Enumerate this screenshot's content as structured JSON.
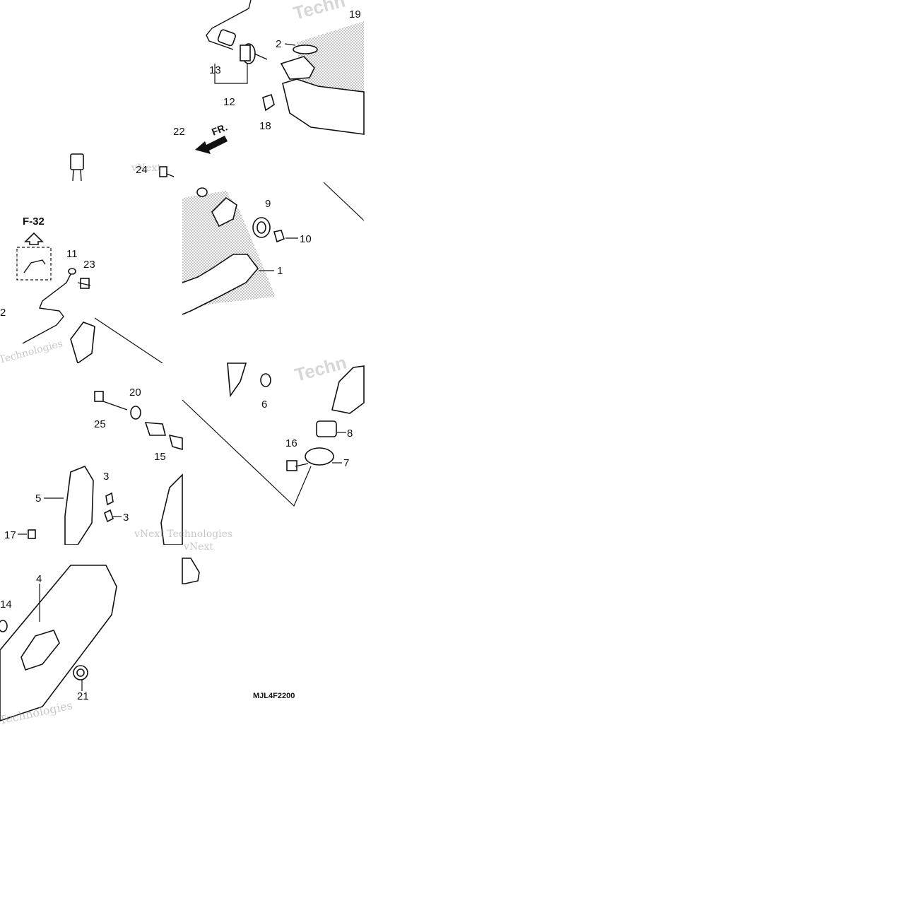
{
  "diagram": {
    "code": "MJL4F2200",
    "reference": "F-32",
    "direction_label": "FR.",
    "callouts": {
      "c1": "1",
      "c2a": "2",
      "c2b": "2",
      "c3a": "3",
      "c3b": "3",
      "c4": "4",
      "c5": "5",
      "c6": "6",
      "c7": "7",
      "c8": "8",
      "c9": "9",
      "c10": "10",
      "c11": "11",
      "c12": "12",
      "c13": "13",
      "c14": "14",
      "c15": "15",
      "c16": "16",
      "c17": "17",
      "c18": "18",
      "c19": "19",
      "c20": "20",
      "c21": "21",
      "c22": "22",
      "c23": "23",
      "c24": "24",
      "c25": "25"
    },
    "watermarks": {
      "w1": "Techn",
      "w2": "vNext",
      "w3": "Technologies",
      "w4": "Techn",
      "w5": "vNext Technologies",
      "w6": "Technologies",
      "w7": "vNext"
    }
  }
}
